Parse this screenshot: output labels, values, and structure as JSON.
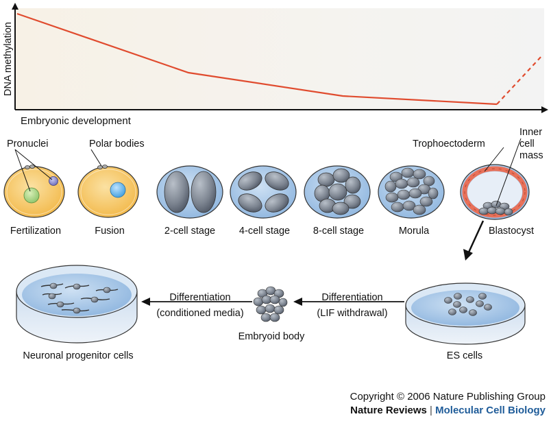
{
  "graph": {
    "y_label": "DNA methylation",
    "x_label": "Embryonic development"
  },
  "stages": [
    {
      "label": "Fertilization"
    },
    {
      "label": "Fusion"
    },
    {
      "label": "2-cell stage"
    },
    {
      "label": "4-cell stage"
    },
    {
      "label": "8-cell stage"
    },
    {
      "label": "Morula"
    },
    {
      "label": "Blastocyst"
    }
  ],
  "annotations": {
    "pronuclei": "Pronuclei",
    "polar_bodies": "Polar bodies",
    "trophoectoderm": "Trophoectoderm",
    "inner_cell_mass_1": "Inner",
    "inner_cell_mass_2": "cell",
    "inner_cell_mass_3": "mass"
  },
  "culture": {
    "es_cells": "ES cells",
    "embryoid_body": "Embryoid body",
    "neuronal": "Neuronal progenitor cells",
    "diff_right_1": "Differentiation",
    "diff_right_2": "(LIF withdrawal)",
    "diff_left_1": "Differentiation",
    "diff_left_2": "(conditioned media)"
  },
  "credit": {
    "copyright": "Copyright © 2006 Nature Publishing Group",
    "journal": "Nature Reviews",
    "separator": "|",
    "subjournal": "Molecular Cell Biology"
  },
  "colors": {
    "line": "#e04b2e",
    "egg_fill": "#f6c05a",
    "dish_fill": "#a9c9ea",
    "cell_fill": "#6e7683",
    "troph": "#e8715a"
  }
}
